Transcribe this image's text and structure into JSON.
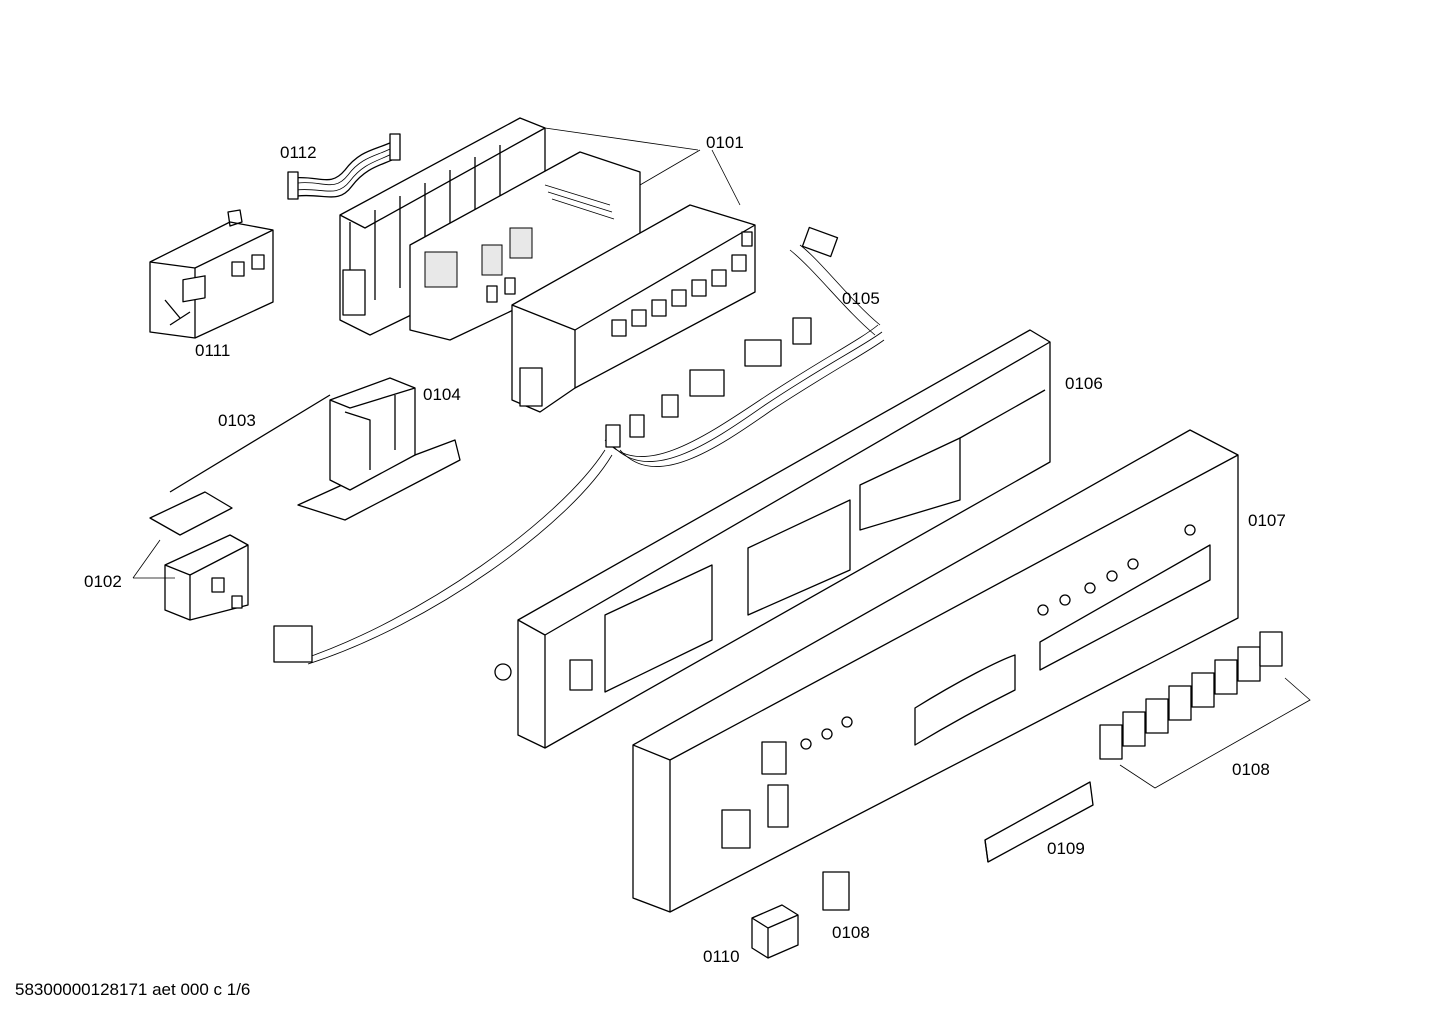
{
  "diagram": {
    "labels": {
      "p0101": "0101",
      "p0102": "0102",
      "p0103": "0103",
      "p0104": "0104",
      "p0105": "0105",
      "p0106": "0106",
      "p0107": "0107",
      "p0108a": "0108",
      "p0108b": "0108",
      "p0109": "0109",
      "p0110": "0110",
      "p0111": "0111",
      "p0112": "0112"
    },
    "footer": "58300000128171 aet 000 c 1/6"
  }
}
